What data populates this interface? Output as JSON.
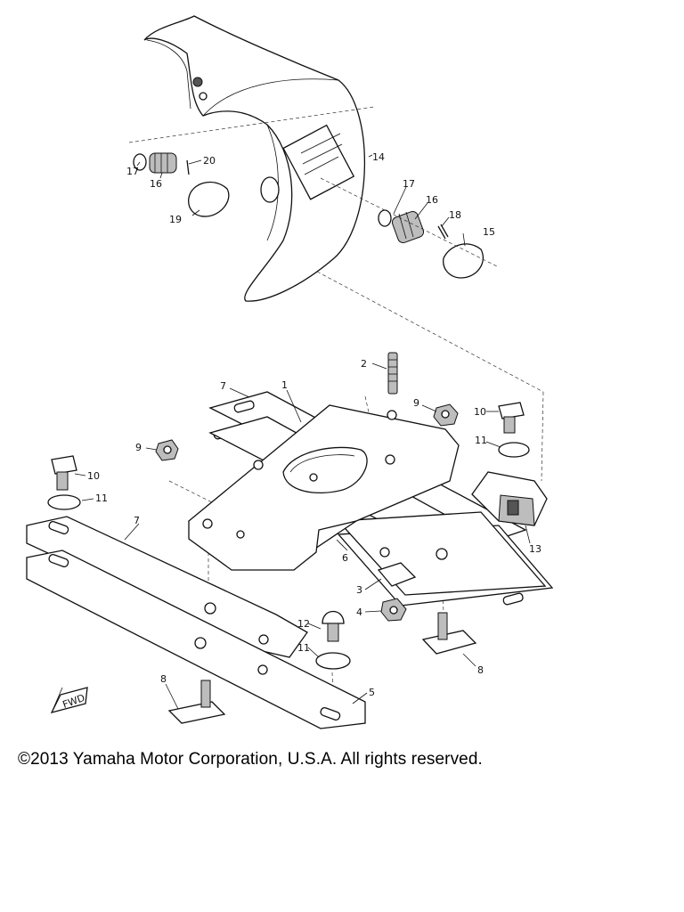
{
  "copyright": "©2013 Yamaha Motor Corporation, U.S.A. All rights reserved.",
  "fwd_label": "FWD",
  "callouts": {
    "c1": "1",
    "c2": "2",
    "c3": "3",
    "c4": "4",
    "c5": "5",
    "c6": "6",
    "c7a": "7",
    "c7b": "7",
    "c8a": "8",
    "c8b": "8",
    "c9a": "9",
    "c9b": "9",
    "c10a": "10",
    "c10b": "10",
    "c11a": "11",
    "c11b": "11",
    "c11c": "11",
    "c12": "12",
    "c13": "13",
    "c14": "14",
    "c15": "15",
    "c16a": "16",
    "c16b": "16",
    "c17a": "17",
    "c17b": "17",
    "c18": "18",
    "c19": "19",
    "c20": "20"
  }
}
